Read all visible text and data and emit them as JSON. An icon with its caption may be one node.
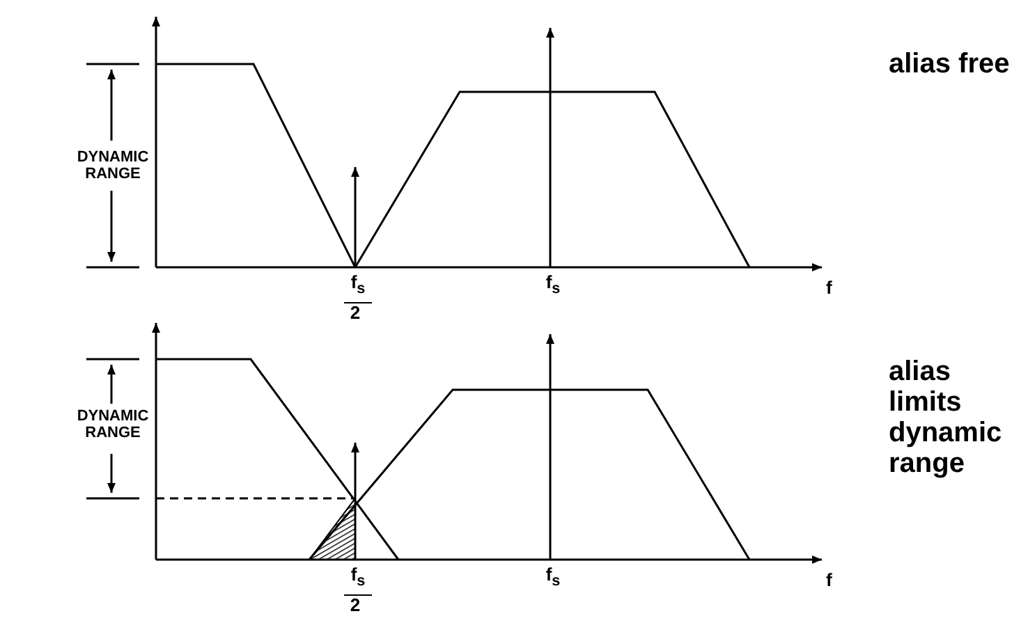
{
  "diagram": {
    "labels": [
      "alias free",
      "DYNAMIC RANGE",
      "f$_{s}$",
      "2",
      "f$_{s}$",
      "f",
      "alias limits dynamic range",
      "DYNAMIC RANGE",
      "f$_{s}$",
      "2",
      "f$_{s}$",
      "f"
    ]
  }
}
